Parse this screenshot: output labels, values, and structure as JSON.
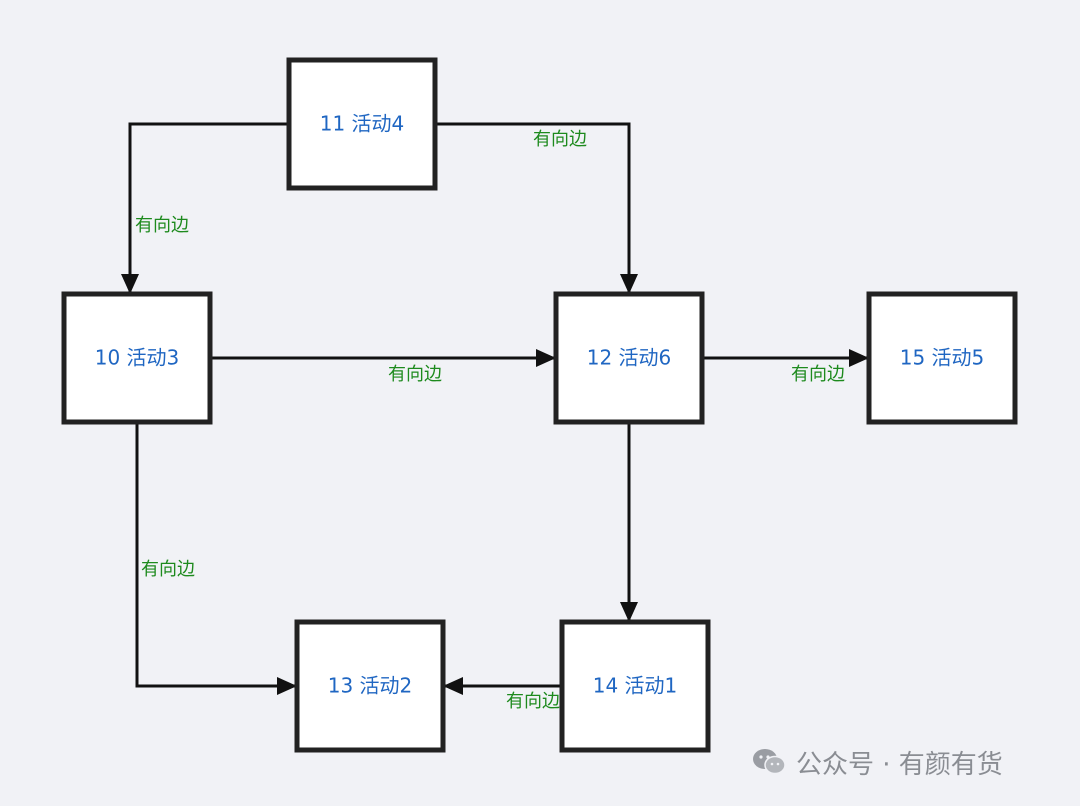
{
  "nodes": [
    {
      "id": "n11",
      "label": "11 活动4"
    },
    {
      "id": "n10",
      "label": "10 活动3"
    },
    {
      "id": "n12",
      "label": "12 活动6"
    },
    {
      "id": "n15",
      "label": "15 活动5"
    },
    {
      "id": "n13",
      "label": "13 活动2"
    },
    {
      "id": "n14",
      "label": "14 活动1"
    }
  ],
  "edges": [
    {
      "from": "n11",
      "to": "n10",
      "label": "有向边"
    },
    {
      "from": "n11",
      "to": "n12",
      "label": "有向边"
    },
    {
      "from": "n10",
      "to": "n12",
      "label": "有向边"
    },
    {
      "from": "n12",
      "to": "n15",
      "label": "有向边"
    },
    {
      "from": "n10",
      "to": "n13",
      "label": "有向边"
    },
    {
      "from": "n12",
      "to": "n14",
      "label": ""
    },
    {
      "from": "n14",
      "to": "n13",
      "label": "有向边"
    }
  ],
  "watermark": {
    "text": "公众号 · 有颜有货",
    "icon": "wechat-icon"
  }
}
